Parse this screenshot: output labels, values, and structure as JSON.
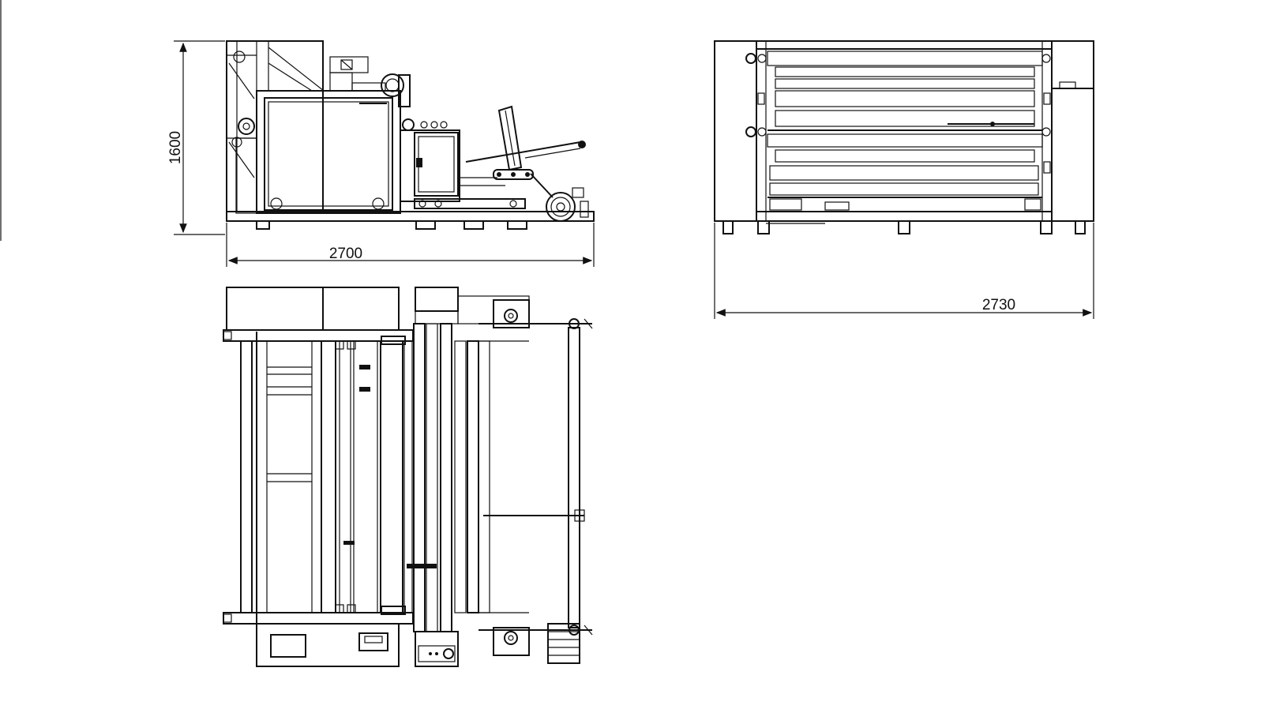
{
  "drawing": {
    "dimensions": {
      "side_height": "1600",
      "side_width": "2700",
      "front_width": "2730"
    }
  }
}
